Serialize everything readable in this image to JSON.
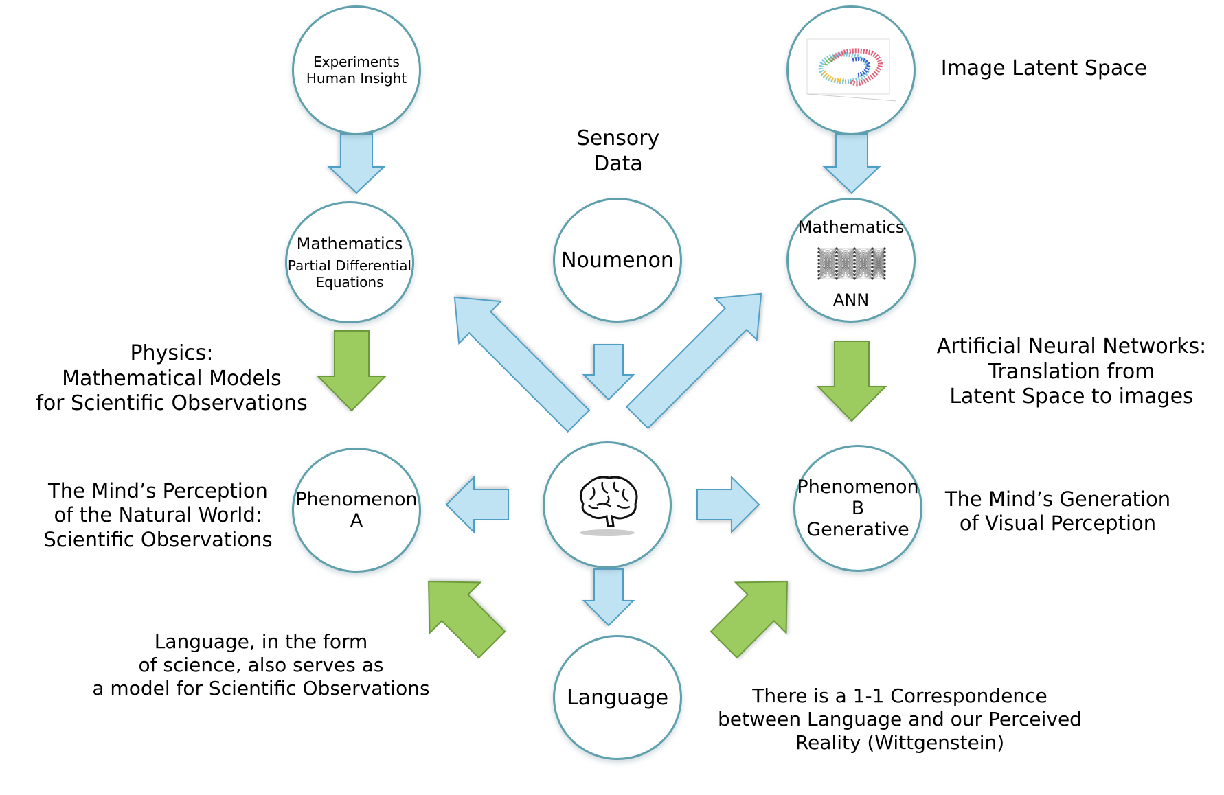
{
  "colors": {
    "circle_border": "#5fa0ac",
    "blue_arrow": "#bfe3f2",
    "blue_arrow_border": "#4f9fc4",
    "green_arrow": "#9ccc5e",
    "green_arrow_border": "#6c9a3a"
  },
  "nodes": {
    "experiments": {
      "line1": "Experiments",
      "line2": "Human Insight"
    },
    "image_latent": {
      "icon": "latent-space-scatter-plot"
    },
    "math_left": {
      "title": "Mathematics",
      "line1": "Partial Differential",
      "line2": "Equations"
    },
    "noumenon": {
      "label": "Noumenon"
    },
    "math_right": {
      "title": "Mathematics",
      "bottom": "ANN",
      "icon": "neural-network-diagram"
    },
    "phenomenon_a": {
      "line1": "Phenomenon",
      "line2": "A"
    },
    "brain": {
      "icon": "brain-icon"
    },
    "phenomenon_b": {
      "line1": "Phenomenon",
      "line2": "B",
      "line3": "Generative"
    },
    "language": {
      "label": "Language"
    }
  },
  "labels": {
    "image_latent_space": "Image Latent Space",
    "sensory_data": "Sensory\nData",
    "physics": "Physics:\nMathematical Models\nfor Scientific Observations",
    "ann": "Artificial Neural Networks:\nTranslation from\nLatent Space to images",
    "mind_perception": "The Mind’s Perception\nof the Natural World:\nScientific Observations",
    "mind_generation": "The Mind’s Generation\nof Visual Perception",
    "language_science": "Language, in the form\nof science,  also serves as\na model for Scientific Observations",
    "wittgenstein": "There is a 1-1 Correspondence\nbetween Language and our Perceived\nReality (Wittgenstein)"
  }
}
